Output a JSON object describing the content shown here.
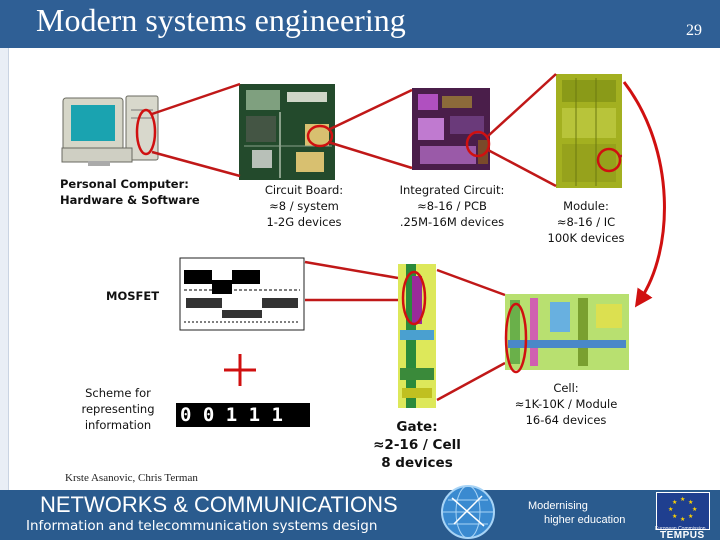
{
  "slide": {
    "title": "Modern systems engineering",
    "page_number": "29",
    "credit": "Krste Asanovic, Chris Terman"
  },
  "labels": {
    "pc_1": "Personal Computer:",
    "pc_2": "Hardware & Software",
    "board_1": "Circuit Board:",
    "board_2": "≈8 / system",
    "board_3": "1-2G devices",
    "ic_1": "Integrated Circuit:",
    "ic_2": "≈8-16 / PCB",
    "ic_3": ".25M-16M devices",
    "module_1": "Module:",
    "module_2": "≈8-16 / IC",
    "module_3": "100K devices",
    "mosfet": "MOSFET",
    "scheme_1": "Scheme for",
    "scheme_2": "representing",
    "scheme_3": "information",
    "binary": "0 0 1 1 1",
    "gate_1": "Gate:",
    "gate_2": "≈2-16 / Cell",
    "gate_3": "8 devices",
    "cell_1": "Cell:",
    "cell_2": "≈1K-10K / Module",
    "cell_3": "16-64 devices"
  },
  "footer": {
    "heading": "NETWORKS & COMMUNICATIONS",
    "subheading": "Information and telecommunication systems design",
    "modernising_1": "Modernising",
    "modernising_2": "higher education",
    "eu_note": "European Commission",
    "tempus": "TEMPUS"
  },
  "colors": {
    "header_bar": "#2f5f95",
    "footer_bar": "#2a5b8e",
    "highlight_red": "#d01010",
    "flag_blue": "#1f3f8f",
    "flag_stars": "#ffd400"
  }
}
